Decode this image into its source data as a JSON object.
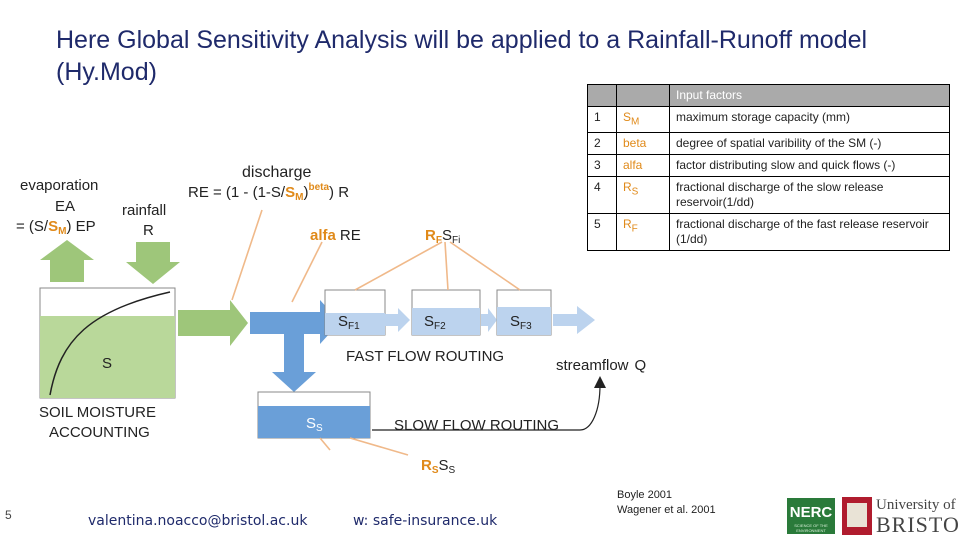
{
  "slide": {
    "title": "Here Global Sensitivity Analysis will be applied to a Rainfall-Runoff model (Hy.Mod)",
    "slide_number": "5"
  },
  "diagram": {
    "evaporation_label": "evaporation",
    "ea_label": "EA",
    "ea_formula_pre": "= (S/",
    "ea_formula_sm": "S",
    "ea_formula_sm_sub": "M",
    "ea_formula_post": ") EP",
    "rainfall_label": "rainfall",
    "rainfall_symbol": "R",
    "discharge_label": "discharge",
    "re_formula_pre": "RE = (1 - (1-S/",
    "re_formula_sm": "S",
    "re_formula_sm_sub": "M",
    "re_formula_close": ")",
    "re_formula_beta": "beta",
    "re_formula_post": ") R",
    "alfa_label": "alfa",
    "alfa_re": "RE",
    "rf_label": "R",
    "rf_sub": "F",
    "sfi_label": "S",
    "sfi_sub": "Fi",
    "soil_store_label": "S",
    "soil_moisture_line1": "SOIL MOISTURE",
    "soil_moisture_line2": "ACCOUNTING",
    "sf1_label": "S",
    "sf1_sub": "F1",
    "sf2_label": "S",
    "sf2_sub": "F2",
    "sf3_label": "S",
    "sf3_sub": "F3",
    "fast_flow_label": "FAST FLOW ROUTING",
    "streamflow_label": "streamflow",
    "streamflow_symbol": "Q",
    "ss_label": "S",
    "ss_sub": "S",
    "slow_flow_label": "SLOW FLOW ROUTING",
    "rs_label": "R",
    "rs_sub": "S",
    "rs_s": "S",
    "rs_s_sub": "S"
  },
  "table": {
    "header": "Input factors",
    "rows": [
      {
        "num": "1",
        "sym": "S",
        "sym_sub": "M",
        "desc": "maximum storage capacity (mm)"
      },
      {
        "num": "2",
        "sym": "beta",
        "sym_sub": "",
        "desc": "degree of spatial varibility of the SM (-)"
      },
      {
        "num": "3",
        "sym": "alfa",
        "sym_sub": "",
        "desc": "factor distributing slow and quick flows (-)"
      },
      {
        "num": "4",
        "sym": "R",
        "sym_sub": "S",
        "desc": "fractional discharge of the slow release reservoir(1/dd)"
      },
      {
        "num": "5",
        "sym": "R",
        "sym_sub": "F",
        "desc": "fractional discharge of the fast release reservoir (1/dd)"
      }
    ]
  },
  "footer": {
    "email": "valentina.noacco@bristol.ac.uk",
    "website": "w: safe-insurance.uk",
    "ref1": "Boyle 2001",
    "ref2": "Wagener et al. 2001",
    "nerc_logo_text": "NERC",
    "nerc_logo_sub": "SCIENCE OF THE ENVIRONMENT",
    "uob_line1": "University of",
    "uob_line2": "BRISTOL"
  },
  "colors": {
    "accent_orange": "#e08a1a",
    "water_blue": "#6a9fd8",
    "arrow_green": "#9ec67a",
    "soil_green": "#b9d89a",
    "title_navy": "#1f2a6b"
  }
}
